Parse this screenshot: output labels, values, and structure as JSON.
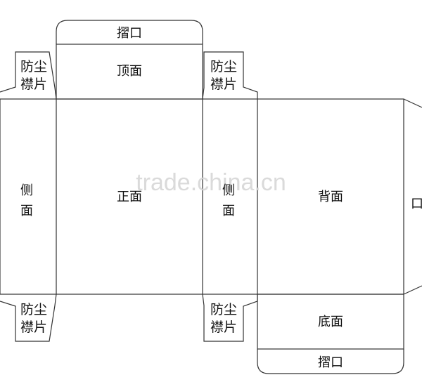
{
  "colors": {
    "line": "#333333",
    "watermark": "#d0d0d0",
    "background": "#ffffff"
  },
  "labels": {
    "top_flap": "摺口",
    "top_face": "顶面",
    "dust_flap_tl_1": "防尘",
    "dust_flap_tl_2": "襟片",
    "dust_flap_tr_1": "防尘",
    "dust_flap_tr_2": "襟片",
    "dust_flap_bl_1": "防尘",
    "dust_flap_bl_2": "襟片",
    "dust_flap_br_1": "防尘",
    "dust_flap_br_2": "襟片",
    "left_side_1": "侧",
    "left_side_2": "面",
    "front_face": "正面",
    "right_side_1": "侧",
    "right_side_2": "面",
    "back_face": "背面",
    "edge_cut": "口",
    "bottom_face": "底面",
    "bottom_flap": "摺口"
  },
  "watermark": "trade.china.cn"
}
